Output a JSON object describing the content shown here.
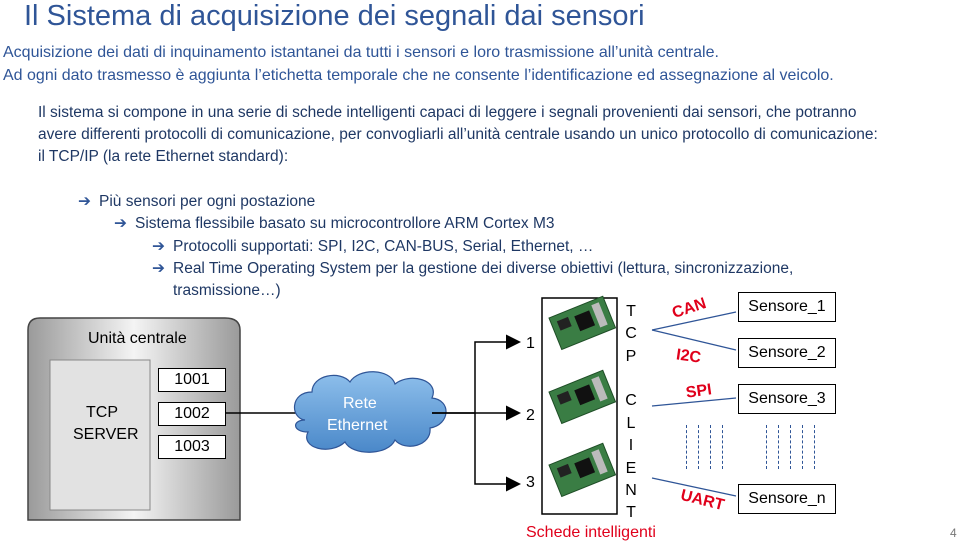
{
  "title": "Il Sistema di acquisizione dei segnali dai sensori",
  "intro": {
    "line1": "Acquisizione dei dati di inquinamento istantanei da tutti i sensori e loro trasmissione all’unità centrale.",
    "line2": "Ad ogni dato trasmesso è aggiunta l’etichetta temporale che ne consente l’identificazione ed assegnazione al veicolo."
  },
  "paragraph": "Il sistema si compone in una serie di schede intelligenti capaci di leggere i segnali provenienti dai sensori, che potranno avere differenti protocolli di comunicazione, per convogliarli all’unità centrale usando un unico protocollo di comunicazione: il TCP/IP (la rete Ethernet standard):",
  "bullets": [
    "Più sensori per ogni postazione",
    "Sistema flessibile basato su microcontrollore ARM Cortex M3",
    "Protocolli supportati: SPI, I2C, CAN-BUS, Serial, Ethernet, …",
    "Real Time Operating System per la gestione dei diverse obiettivi (lettura, sincronizzazione,"
  ],
  "bullet_continuation": "trasmissione…)",
  "diagram": {
    "server_label": "Unità centrale",
    "server_text_line1": "TCP",
    "server_text_line2": "SERVER",
    "ports": [
      "1001",
      "1002",
      "1003"
    ],
    "network_line1": "Rete",
    "network_line2": "Ethernet",
    "board_numbers": [
      "1",
      "2",
      "3"
    ],
    "tcp_client_letters": [
      "T",
      "C",
      "P",
      "C",
      "L",
      "I",
      "E",
      "N",
      "T"
    ],
    "boards_caption": "Schede intelligenti",
    "protocols": [
      "CAN",
      "I2C",
      "SPI",
      "UART"
    ],
    "sensors": [
      "Sensore_1",
      "Sensore_2",
      "Sensore_3",
      "Sensore_n"
    ],
    "colors": {
      "accent": "#2f5597",
      "protocol": "#e0001b",
      "cloud": "#5b9bd5",
      "board": "#3a7d44"
    }
  },
  "page_number": "4"
}
